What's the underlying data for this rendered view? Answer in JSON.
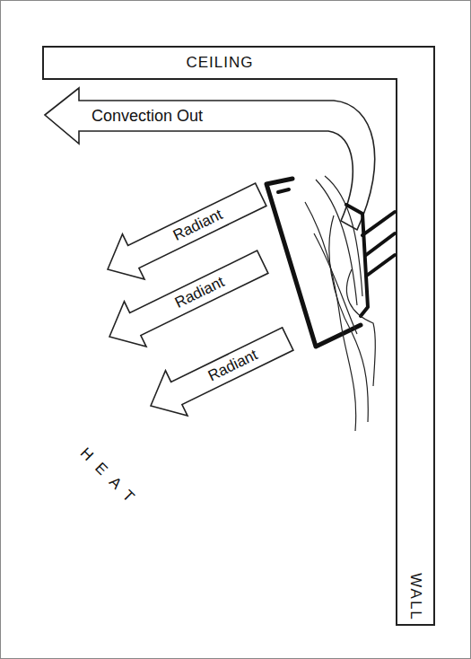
{
  "diagram": {
    "nodes": [
      {
        "text": [
          "CEILING"
        ]
      },
      {
        "text": [
          "Convection Out"
        ]
      },
      {
        "text": [
          "Radiant"
        ]
      },
      {
        "text": [
          "Radiant"
        ]
      },
      {
        "text": [
          "Radiant"
        ]
      },
      {
        "text": [
          "WALL"
        ]
      }
    ],
    "labels": [
      "HEAT"
    ]
  }
}
